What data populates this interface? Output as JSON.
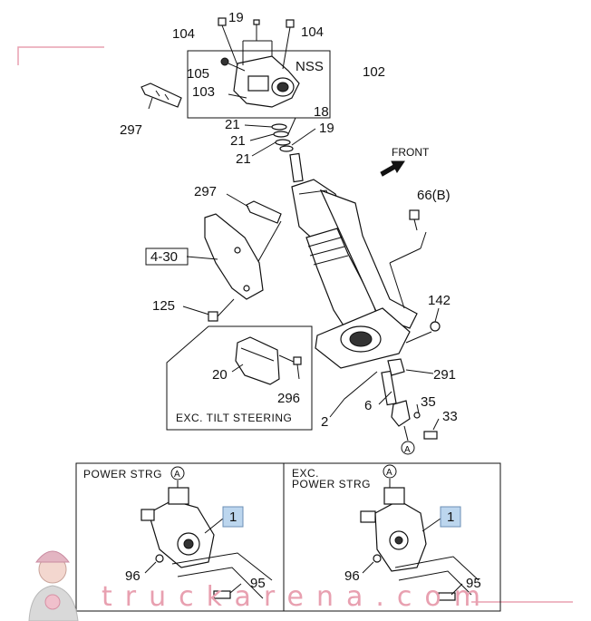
{
  "labels": {
    "p104a": "104",
    "p19a": "19",
    "p104b": "104",
    "p105": "105",
    "pNSS": "NSS",
    "p102": "102",
    "p103": "103",
    "p297a": "297",
    "p21a": "21",
    "p18": "18",
    "p21b": "21",
    "p19b": "19",
    "p21c": "21",
    "front": "FRONT",
    "p297b": "297",
    "p66": "66(B)",
    "p430": "4-30",
    "p125": "125",
    "p142": "142",
    "p20": "20",
    "p296": "296",
    "p291": "291",
    "p6": "6",
    "p35": "35",
    "p2": "2",
    "p33": "33",
    "circleA1": "A",
    "exc_tilt": "EXC. TILT STEERING",
    "power_strg": "POWER STRG",
    "circleA2": "A",
    "callout1": "1",
    "p96a": "96",
    "p95a": "95",
    "exc_power_1": "EXC.",
    "exc_power_2": "POWER STRG",
    "circleA3": "A",
    "callout2": "1",
    "p96b": "96",
    "p95b": "95"
  },
  "watermark": "truckarena.com",
  "colors": {
    "ink": "#111111",
    "watermark": "#e8a0b0",
    "callout_fill": "#bcd6ee"
  }
}
